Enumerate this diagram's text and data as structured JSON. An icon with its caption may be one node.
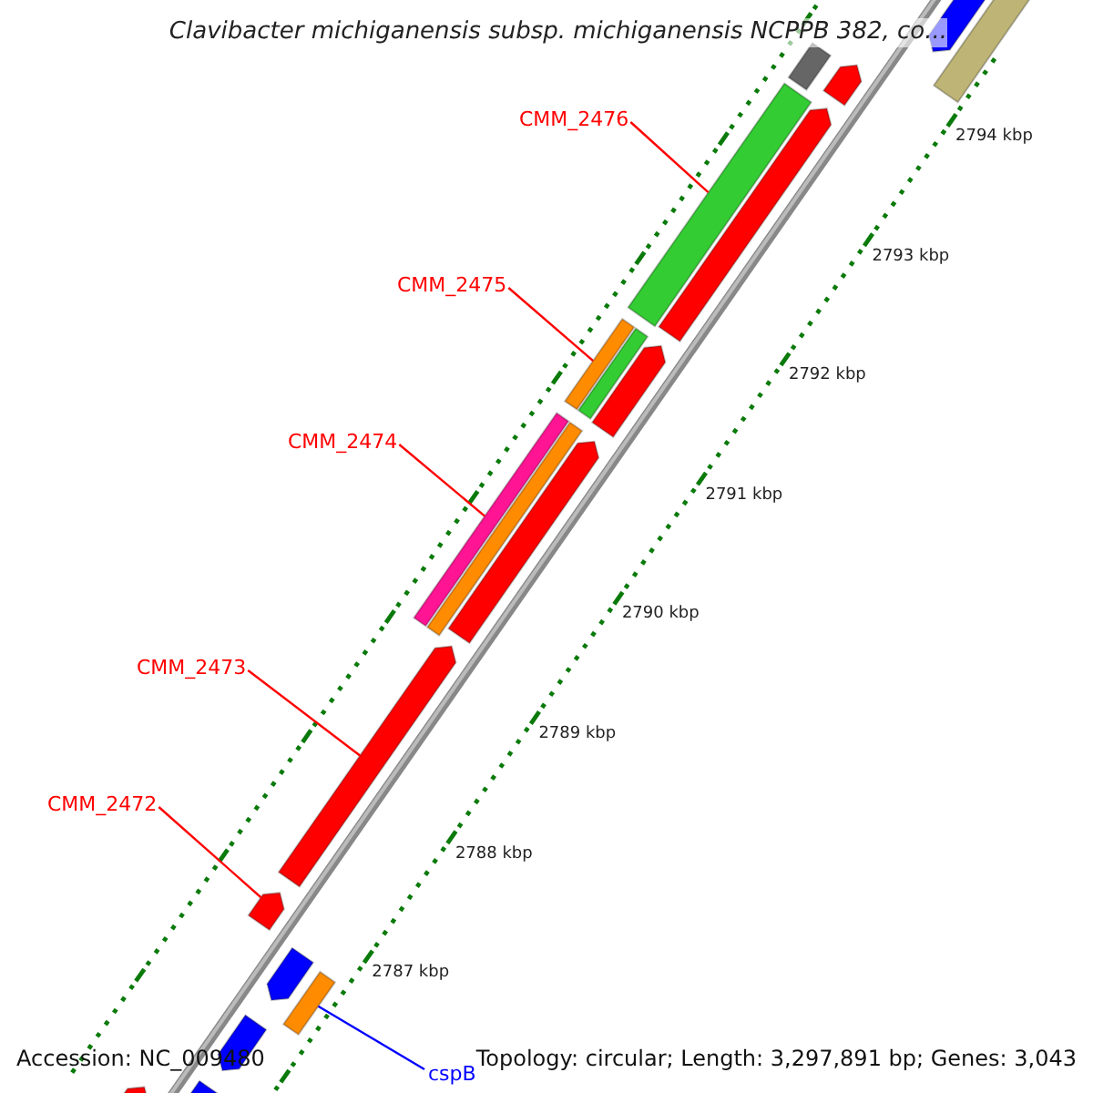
{
  "diagram": {
    "title": "Clavibacter michiganensis subsp. michiganensis NCPPB 382, co...",
    "nodes": [
      {
        "text": [
          "CMM_2476"
        ]
      },
      {
        "text": [],
        "shape": "bar"
      },
      {
        "text": [
          "CMM_2475"
        ]
      },
      {
        "text": [],
        "shape": "bar"
      },
      {
        "text": [
          "CMM_2474"
        ]
      },
      {
        "text": [],
        "shape": "bar"
      },
      {
        "text": [
          "CMM_2473"
        ]
      },
      {
        "text": [],
        "shape": "bar"
      },
      {
        "text": [
          "CMM_2472"
        ]
      },
      {
        "text": [],
        "shape": "bar"
      },
      {
        "text": [
          "cspB"
        ]
      },
      {
        "text": [],
        "shape": "bar"
      },
      {
        "text": [],
        "shape": "bar"
      },
      {
        "text": [],
        "shape": "bar"
      },
      {
        "text": [],
        "shape": "bar"
      },
      {
        "text": [],
        "shape": "bar"
      },
      {
        "text": [],
        "shape": "bar"
      },
      {
        "text": [],
        "shape": "bar"
      },
      {
        "text": [],
        "shape": "bar"
      },
      {
        "text": [],
        "shape": "bar"
      },
      {
        "text": [],
        "shape": "bar"
      },
      {
        "text": [],
        "shape": "bar"
      },
      {
        "text": [],
        "shape": "bar"
      },
      {
        "text": [],
        "shape": "bar"
      },
      {
        "text": [],
        "shape": "bar"
      }
    ],
    "edges": [
      {
        "from": 0,
        "to": 1,
        "arrow": "none"
      },
      {
        "from": 2,
        "to": 3,
        "arrow": "none"
      },
      {
        "from": 4,
        "to": 5,
        "arrow": "none"
      },
      {
        "from": 6,
        "to": 7,
        "arrow": "none"
      },
      {
        "from": 8,
        "to": 9,
        "arrow": "none"
      },
      {
        "from": 10,
        "to": 11,
        "arrow": "none",
        "color": "#0000ff"
      }
    ],
    "labels": [
      "2794 kbp",
      "2793 kbp",
      "2792 kbp",
      "2791 kbp",
      "2790 kbp",
      "2789 kbp",
      "2788 kbp",
      "2787 kbp",
      "Accession: NC_009480",
      "Topology: circular; Length: 3,297,891 bp; Genes: 3,043"
    ]
  }
}
